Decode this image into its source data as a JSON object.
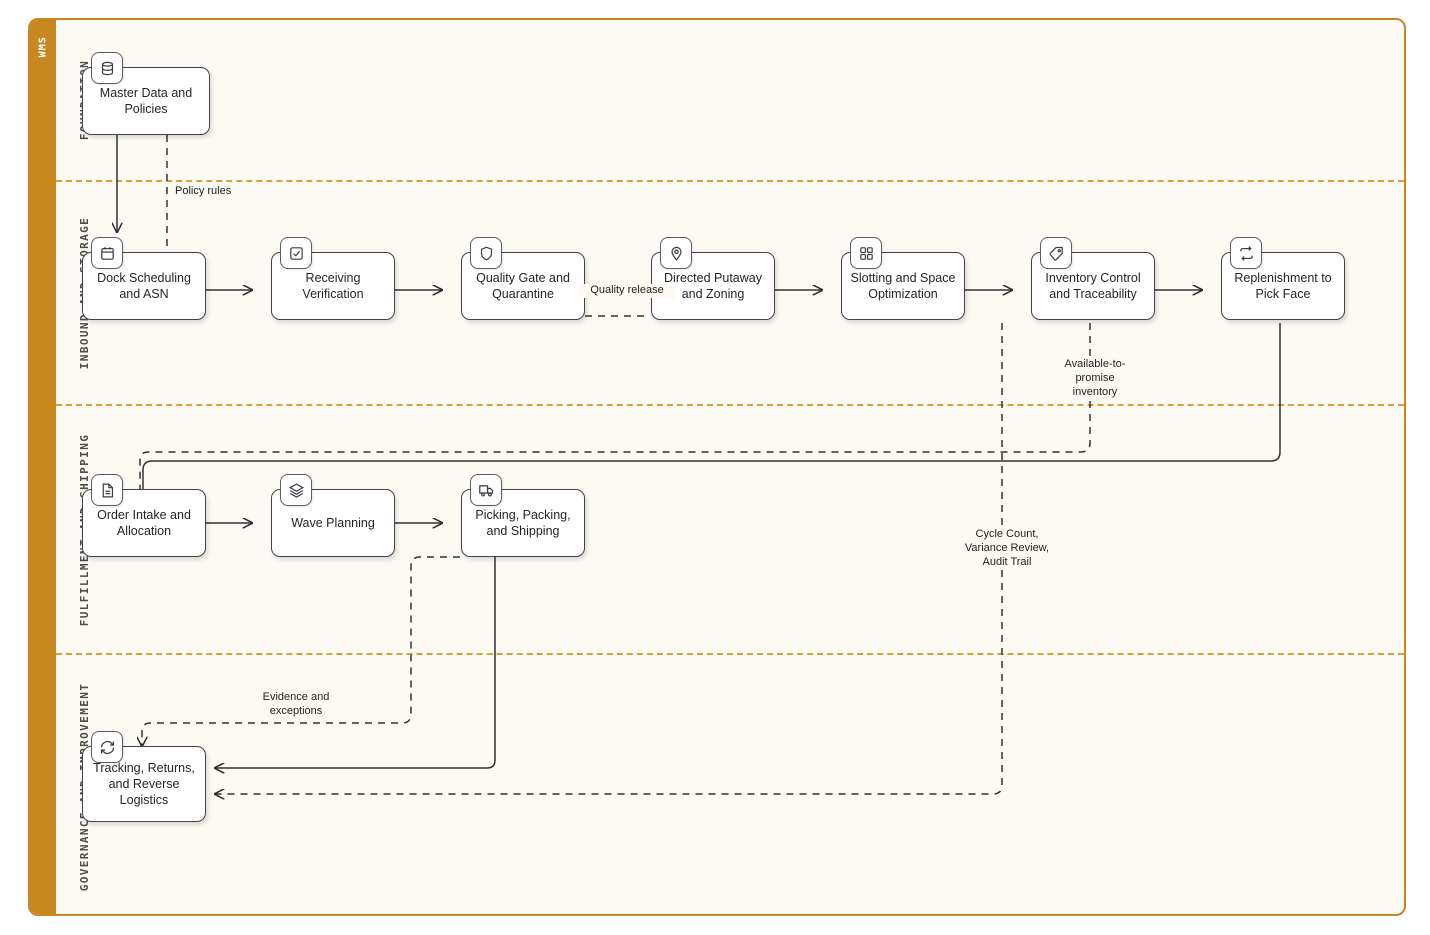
{
  "pool": {
    "label": "WMS",
    "accent": "#c8871f",
    "background": "#fcfaf2"
  },
  "lanes": [
    {
      "id": "foundation",
      "label": "FOUNDATION"
    },
    {
      "id": "inbound_and_storage",
      "label": "INBOUND_AND_STORAGE"
    },
    {
      "id": "fulfillment_and_shipping",
      "label": "FULFILLMENT_AND_SHIPPING"
    },
    {
      "id": "governance_and_improvement",
      "label": "GOVERNANCE_AND_IMPROVEMENT"
    }
  ],
  "nodes": [
    {
      "id": "master-data-and-policies",
      "lane": "foundation",
      "label": "Master Data and\nPolicies",
      "icon": "database-icon"
    },
    {
      "id": "dock-scheduling-and-asn",
      "lane": "inbound_and_storage",
      "label": "Dock Scheduling\nand ASN",
      "icon": "calendar-icon"
    },
    {
      "id": "receiving-verification",
      "lane": "inbound_and_storage",
      "label": "Receiving\nVerification",
      "icon": "checklist-icon"
    },
    {
      "id": "quality-gate-and-quarantine",
      "lane": "inbound_and_storage",
      "label": "Quality Gate and\nQuarantine",
      "icon": "shield-icon"
    },
    {
      "id": "directed-putaway-and-zoning",
      "lane": "inbound_and_storage",
      "label": "Directed Putaway\nand Zoning",
      "icon": "map-pin-icon"
    },
    {
      "id": "slotting-and-space-optimization",
      "lane": "inbound_and_storage",
      "label": "Slotting and Space\nOptimization",
      "icon": "grid-icon"
    },
    {
      "id": "inventory-control-and-traceability",
      "lane": "inbound_and_storage",
      "label": "Inventory Control\nand Traceability",
      "icon": "tag-icon"
    },
    {
      "id": "replenishment-to-pick-face",
      "lane": "inbound_and_storage",
      "label": "Replenishment to\nPick Face",
      "icon": "repeat-icon"
    },
    {
      "id": "order-intake-and-allocation",
      "lane": "fulfillment_and_shipping",
      "label": "Order Intake and\nAllocation",
      "icon": "document-icon"
    },
    {
      "id": "wave-planning",
      "lane": "fulfillment_and_shipping",
      "label": "Wave Planning",
      "icon": "layers-icon"
    },
    {
      "id": "picking-packing-and-shipping",
      "lane": "fulfillment_and_shipping",
      "label": "Picking, Packing,\nand Shipping",
      "icon": "truck-icon"
    },
    {
      "id": "tracking-returns-and-reverse-logistics",
      "lane": "governance_and_improvement",
      "label": "Tracking, Returns,\nand Reverse\nLogistics",
      "icon": "refresh-cycle-icon"
    }
  ],
  "edges": [
    {
      "id": "master-data-to-dock-scheduling",
      "from": "master-data-and-policies",
      "to": "dock-scheduling-and-asn",
      "style": "solid",
      "label": ""
    },
    {
      "id": "policy-rules",
      "from": "master-data-and-policies",
      "to": "dock-scheduling-and-asn",
      "style": "dashed",
      "label": "Policy rules"
    },
    {
      "id": "dock-scheduling-to-receiving",
      "from": "dock-scheduling-and-asn",
      "to": "receiving-verification",
      "style": "solid",
      "label": ""
    },
    {
      "id": "receiving-to-quality-gate",
      "from": "receiving-verification",
      "to": "quality-gate-and-quarantine",
      "style": "solid",
      "label": ""
    },
    {
      "id": "quality-gate-to-directed-putaway",
      "from": "quality-gate-and-quarantine",
      "to": "directed-putaway-and-zoning",
      "style": "solid",
      "label": ""
    },
    {
      "id": "quality-release",
      "from": "quality-gate-and-quarantine",
      "to": "directed-putaway-and-zoning",
      "style": "dashed",
      "label": "Quality release"
    },
    {
      "id": "directed-putaway-to-slotting",
      "from": "directed-putaway-and-zoning",
      "to": "slotting-and-space-optimization",
      "style": "solid",
      "label": ""
    },
    {
      "id": "slotting-to-inventory-control",
      "from": "slotting-and-space-optimization",
      "to": "inventory-control-and-traceability",
      "style": "solid",
      "label": ""
    },
    {
      "id": "inventory-control-to-replenishment",
      "from": "inventory-control-and-traceability",
      "to": "replenishment-to-pick-face",
      "style": "solid",
      "label": ""
    },
    {
      "id": "available-to-promise-inventory",
      "from": "inventory-control-and-traceability",
      "to": "order-intake-and-allocation",
      "style": "dashed",
      "label": "Available-to-\npromise\ninventory"
    },
    {
      "id": "replenishment-to-order-intake",
      "from": "replenishment-to-pick-face",
      "to": "order-intake-and-allocation",
      "style": "solid",
      "label": ""
    },
    {
      "id": "order-intake-to-wave-planning",
      "from": "order-intake-and-allocation",
      "to": "wave-planning",
      "style": "solid",
      "label": ""
    },
    {
      "id": "wave-planning-to-picking",
      "from": "wave-planning",
      "to": "picking-packing-and-shipping",
      "style": "solid",
      "label": ""
    },
    {
      "id": "picking-to-tracking",
      "from": "picking-packing-and-shipping",
      "to": "tracking-returns-and-reverse-logistics",
      "style": "solid",
      "label": ""
    },
    {
      "id": "evidence-and-exceptions",
      "from": "picking-packing-and-shipping",
      "to": "tracking-returns-and-reverse-logistics",
      "style": "dashed",
      "label": "Evidence and\nexceptions"
    },
    {
      "id": "cycle-count-variance-review-audit-trail",
      "from": "inventory-control-and-traceability",
      "to": "tracking-returns-and-reverse-logistics",
      "style": "dashed",
      "label": "Cycle Count,\nVariance Review,\nAudit Trail"
    }
  ]
}
